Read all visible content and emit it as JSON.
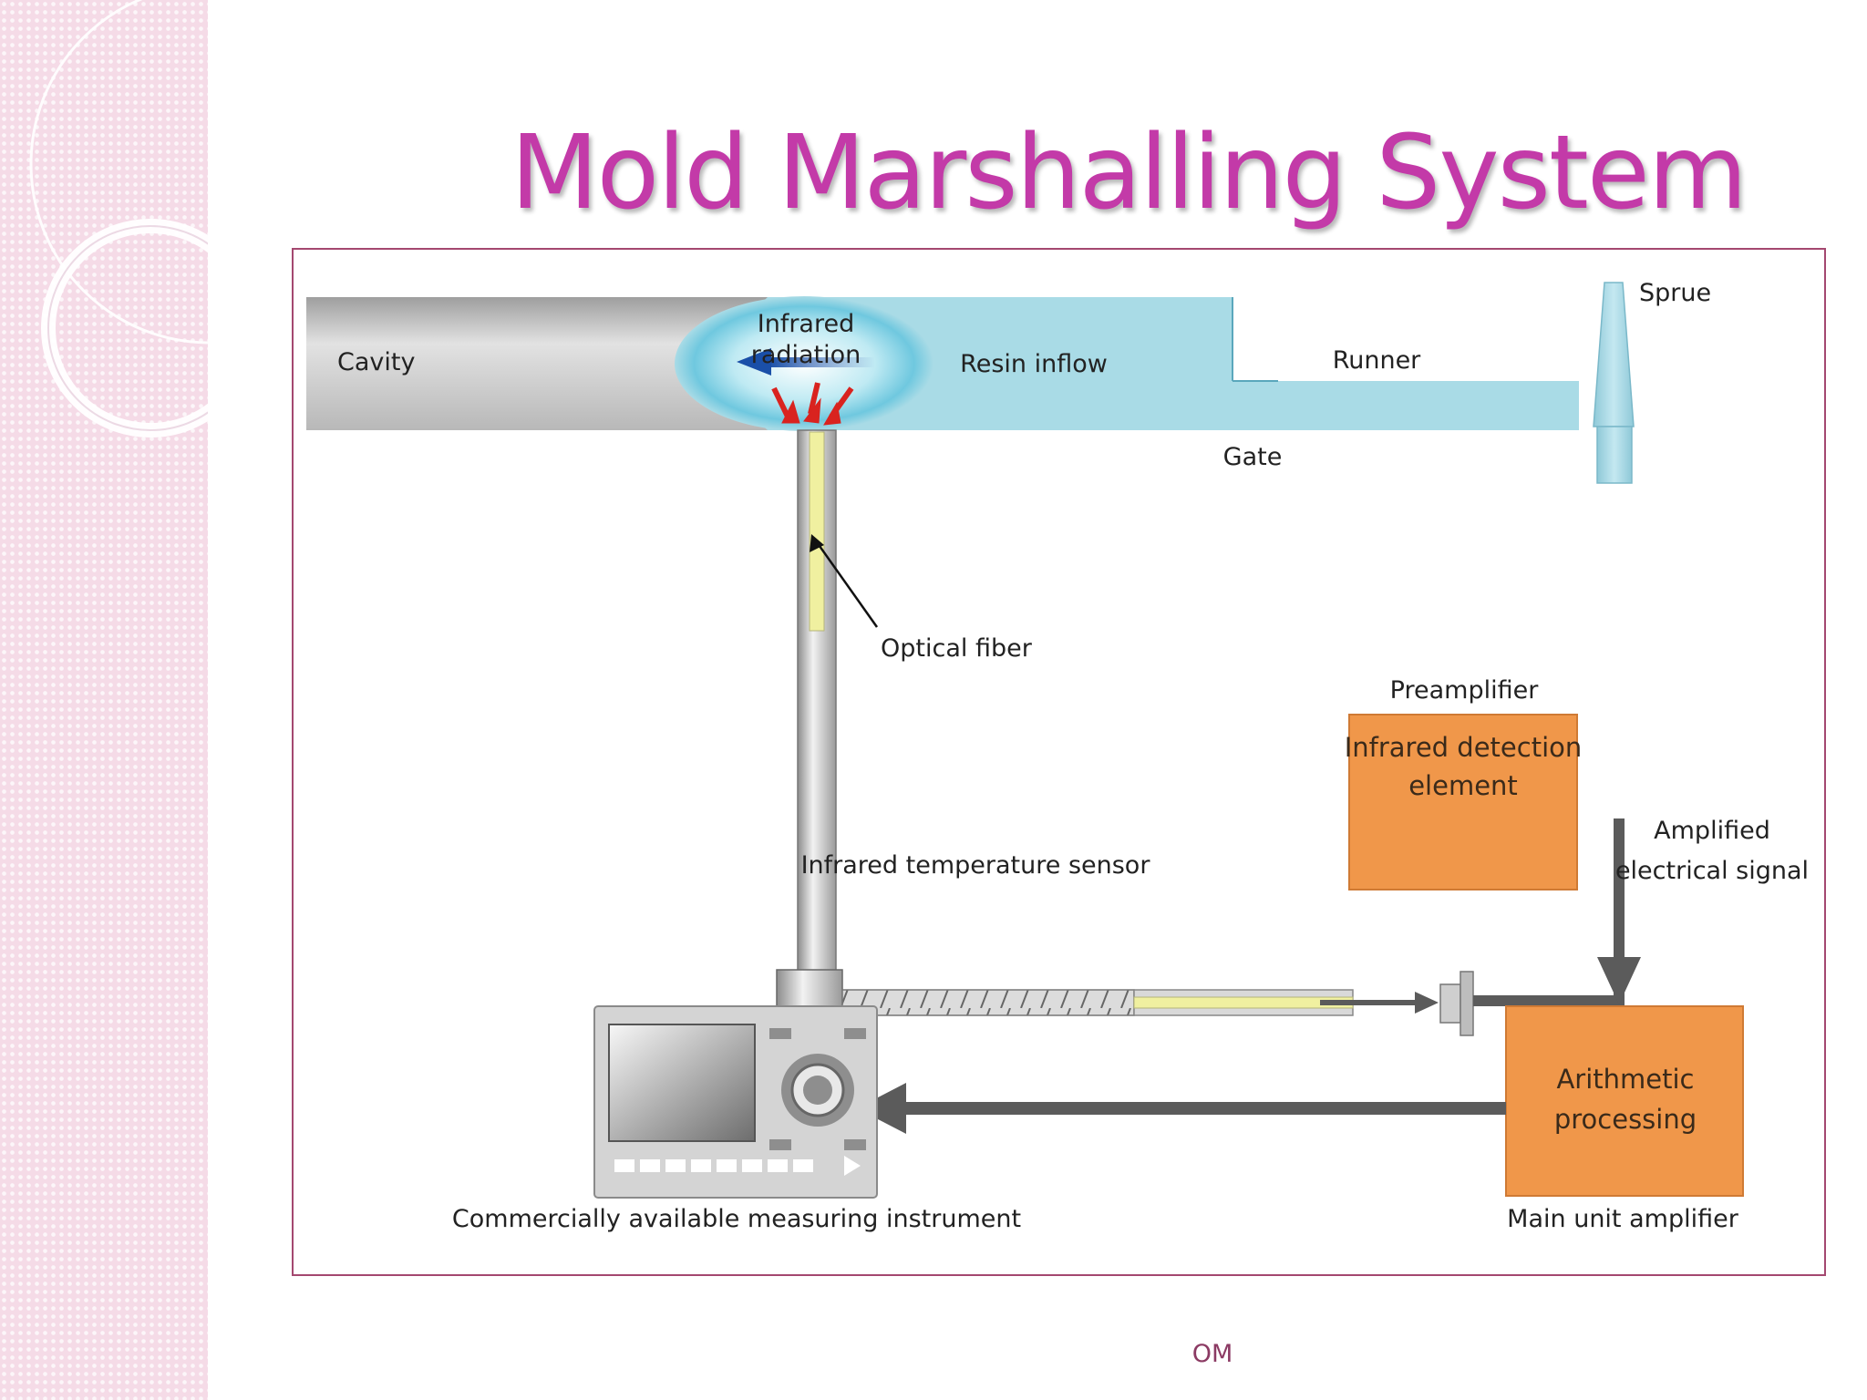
{
  "slide": {
    "title": "Mold Marshalling System",
    "footer": "OM"
  },
  "diagram": {
    "labels": {
      "cavity": "Cavity",
      "infrared_radiation_line1": "Infrared",
      "infrared_radiation_line2": "radiation",
      "resin_inflow": "Resin inflow",
      "runner": "Runner",
      "sprue": "Sprue",
      "gate": "Gate",
      "optical_fiber": "Optical fiber",
      "preamplifier": "Preamplifier",
      "infrared_detection_line1": "Infrared detection",
      "infrared_detection_line2": "element",
      "amplified_line1": "Amplified",
      "amplified_line2": "electrical signal",
      "infrared_temperature_sensor": "Infrared temperature sensor",
      "arithmetic_line1": "Arithmetic",
      "arithmetic_line2": "processing",
      "main_unit_amplifier": "Main unit amplifier",
      "measuring_instrument": "Commercially available measuring instrument"
    }
  },
  "colors": {
    "title": "#c33aa8",
    "resin": "#a9dbe6",
    "box_orange": "#f0974a",
    "arrow_dark": "#5b5b5b",
    "arrow_blue": "#1a4fa8",
    "arrow_red": "#d9231f",
    "fiber_yellow": "#f0f0a0"
  }
}
